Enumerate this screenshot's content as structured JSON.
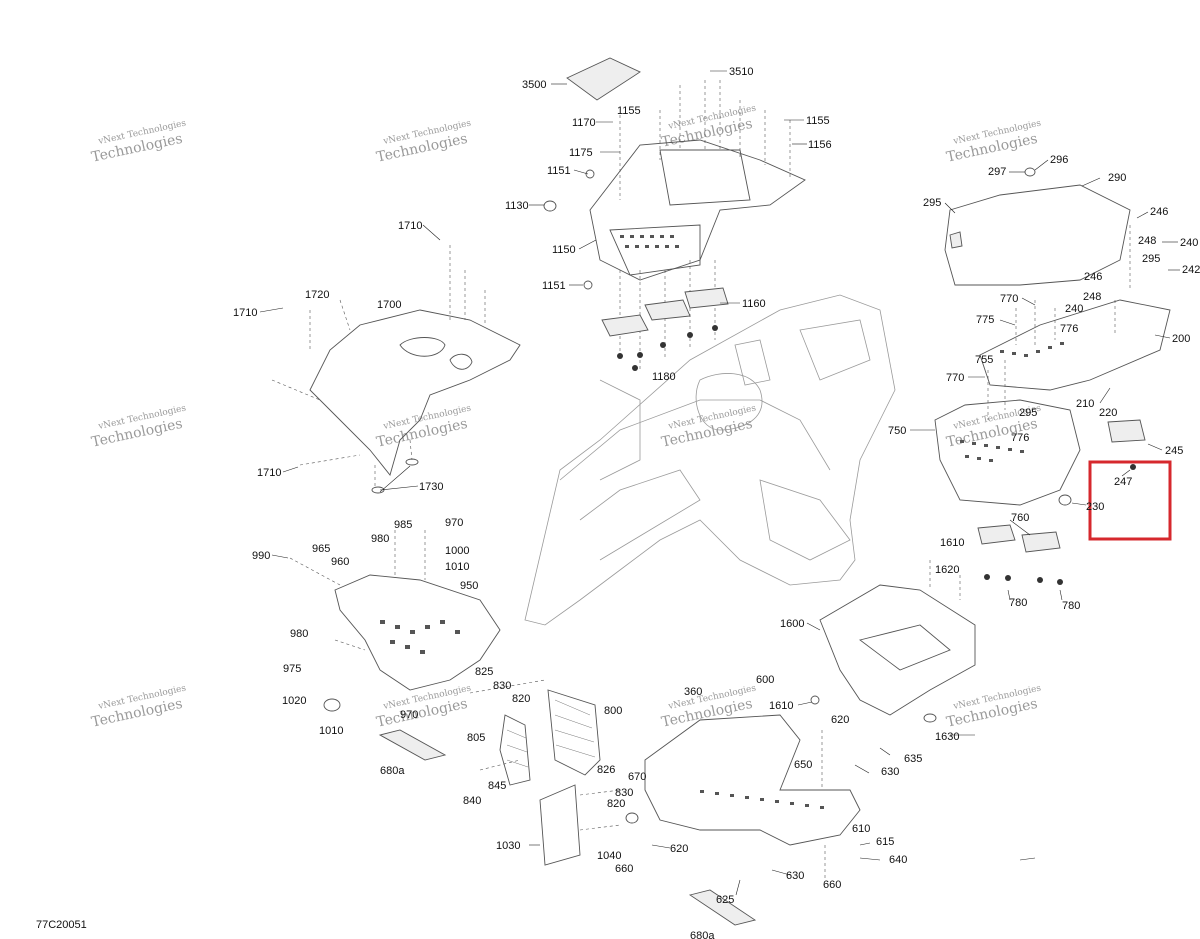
{
  "diagram": {
    "document_code": "77C20051",
    "watermark": {
      "line1": "vNext Technologies",
      "line2": "Technologies"
    },
    "highlight_color": "#d6282d",
    "callouts": [
      "3500",
      "3510",
      "1155",
      "1170",
      "1155",
      "1175",
      "1156",
      "1151",
      "1130",
      "1150",
      "1151",
      "1160",
      "1180",
      "1710",
      "1720",
      "1710",
      "1700",
      "1710",
      "1730",
      "297",
      "296",
      "290",
      "295",
      "246",
      "248",
      "240",
      "295",
      "242",
      "246",
      "248",
      "240",
      "770",
      "775",
      "776",
      "200",
      "755",
      "770",
      "295",
      "210",
      "220",
      "750",
      "776",
      "245",
      "247",
      "230",
      "760",
      "780",
      "780",
      "985",
      "970",
      "980",
      "1000",
      "990",
      "965",
      "960",
      "1010",
      "950",
      "980",
      "975",
      "1020",
      "1010",
      "970",
      "680a",
      "825",
      "830",
      "820",
      "800",
      "805",
      "840",
      "845",
      "826",
      "830",
      "820",
      "1030",
      "1040",
      "660",
      "620",
      "670",
      "360",
      "600",
      "650",
      "1610",
      "620",
      "635",
      "630",
      "1610",
      "1620",
      "1600",
      "1630",
      "610",
      "615",
      "640",
      "630",
      "660",
      "625",
      "680a"
    ]
  }
}
